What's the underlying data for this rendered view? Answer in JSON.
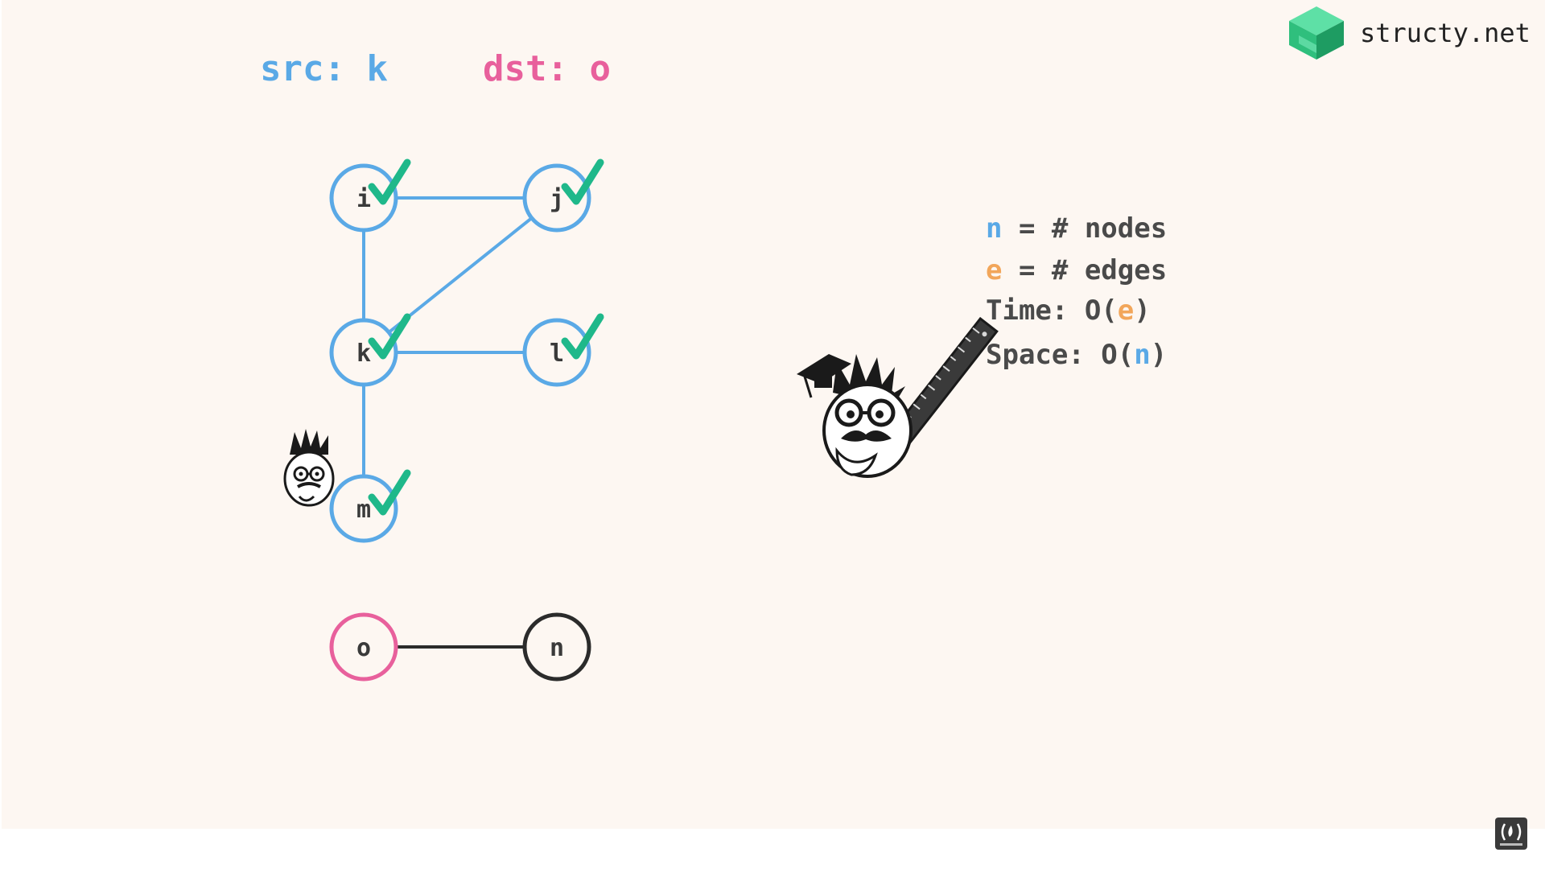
{
  "header": {
    "src_prefix": "src: ",
    "src_value": "k",
    "dst_prefix": "dst: ",
    "dst_value": "o"
  },
  "brand": {
    "name": "structy.net",
    "logo_icon": "structy-cube-logo-icon"
  },
  "colors": {
    "background": "#fdf7f2",
    "visited": "#5aa9e6",
    "destination": "#e8609c",
    "unvisited": "#2b2b2b",
    "check": "#1fb88a",
    "edges_accent": "#f2a65a",
    "text": "#4a4a4a"
  },
  "graph": {
    "nodes": [
      {
        "id": "i",
        "label": "i",
        "state": "visited",
        "checked": true
      },
      {
        "id": "j",
        "label": "j",
        "state": "visited",
        "checked": true
      },
      {
        "id": "k",
        "label": "k",
        "state": "visited",
        "checked": true
      },
      {
        "id": "l",
        "label": "l",
        "state": "visited",
        "checked": true
      },
      {
        "id": "m",
        "label": "m",
        "state": "visited",
        "checked": true
      },
      {
        "id": "o",
        "label": "o",
        "state": "destination",
        "checked": false
      },
      {
        "id": "n",
        "label": "n",
        "state": "unvisited",
        "checked": false
      }
    ],
    "edges": [
      {
        "from": "i",
        "to": "j",
        "state": "visited"
      },
      {
        "from": "i",
        "to": "k",
        "state": "visited"
      },
      {
        "from": "j",
        "to": "k",
        "state": "visited"
      },
      {
        "from": "k",
        "to": "l",
        "state": "visited"
      },
      {
        "from": "k",
        "to": "m",
        "state": "visited"
      },
      {
        "from": "o",
        "to": "n",
        "state": "unvisited"
      }
    ]
  },
  "complexity": {
    "n_var": "n",
    "n_rest": " = # nodes",
    "e_var": "e",
    "e_rest": " = # edges",
    "time_prefix": "Time: O(",
    "time_var": "e",
    "time_suffix": ")",
    "space_prefix": "Space: O(",
    "space_var": "n",
    "space_suffix": ")"
  },
  "mascots": {
    "small": "thinking-professor-mascot-icon",
    "large": "professor-with-ruler-mascot-icon"
  },
  "corner_badge_icon": "freecodecamp-subscribe-icon"
}
